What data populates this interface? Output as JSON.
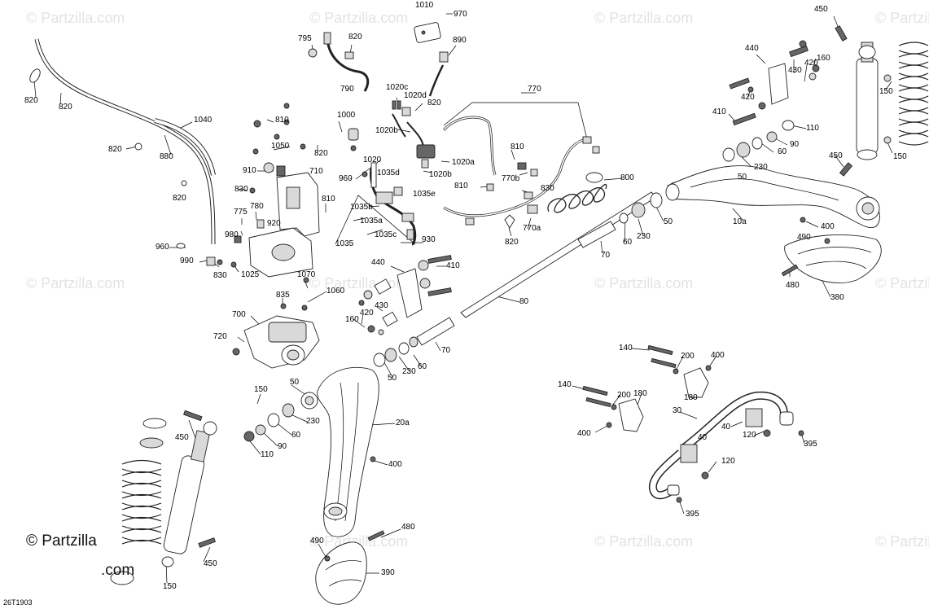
{
  "watermark_text": "© Partzilla.com",
  "copyright": {
    "symbol_text": "© Partzilla",
    "domain_text": ".com"
  },
  "drawing_id": "26T1903",
  "labels": {
    "l1010": "1010",
    "l970": "970",
    "l795": "795",
    "l820a": "820",
    "l890": "890",
    "l790": "790",
    "l1020c": "1020c",
    "l1020d": "1020d",
    "l820b": "820",
    "l770": "770",
    "l820c": "820",
    "l820d": "820",
    "l880": "880",
    "l820e": "820",
    "l1040": "1040",
    "l810a": "810",
    "l1000": "1000",
    "l1050": "1050",
    "l820f": "820",
    "l1020b1": "1020b",
    "l1020a": "1020a",
    "l1020b2": "1020b",
    "l810b": "810",
    "l770b": "770b",
    "l910": "910",
    "l710": "710",
    "l960a": "960",
    "l1020": "1020",
    "l1035d": "1035d",
    "l1035e": "1035e",
    "l810c": "810",
    "l830a": "830",
    "l810d": "810",
    "l780": "780",
    "l775": "775",
    "l920": "920",
    "l1035b": "1035b",
    "l1035a": "1035a",
    "l1035c": "1035c",
    "l980": "980",
    "l960b": "960",
    "l820g": "820",
    "l770a": "770a",
    "l820h": "820",
    "l990": "990",
    "l830b": "830",
    "l1025": "1025",
    "l1035": "1035",
    "l930": "930",
    "l440a": "440",
    "l410a": "410",
    "l800": "800",
    "l450a": "450",
    "l440b": "440",
    "l430a": "430",
    "l420a": "420",
    "l160a": "160",
    "l150a": "150",
    "l420b": "420",
    "l410b": "410",
    "l110a": "110",
    "l90a": "90",
    "l60a": "60",
    "l450b": "450",
    "l150b": "150",
    "l50a": "50",
    "l230a": "230",
    "l10a": "10a",
    "l400a": "400",
    "l490a": "490",
    "l480a": "480",
    "l380": "380",
    "l50b": "50",
    "l230b": "230",
    "l60b": "60",
    "l70a": "70",
    "l1070": "1070",
    "l835": "835",
    "l1060": "1060",
    "l80": "80",
    "l420c": "420",
    "l430b": "430",
    "l160b": "160",
    "l700": "700",
    "l720": "720",
    "l70b": "70",
    "l60c": "60",
    "l230c": "230",
    "l50c": "50",
    "l140a": "140",
    "l200a": "200",
    "l400b": "400",
    "l180a": "180",
    "l140b": "140",
    "l200b": "200",
    "l180b": "180",
    "l30": "30",
    "l400c": "400",
    "l40a": "40",
    "l120a": "120",
    "l395a": "395",
    "l40b": "40",
    "l120b": "120",
    "l395b": "395",
    "l150c": "150",
    "l50d": "50",
    "l230d": "230",
    "l60d": "60",
    "l90b": "90",
    "l110b": "110",
    "l20a": "20a",
    "l400d": "400",
    "l450c": "450",
    "l480b": "480",
    "l490b": "490",
    "l390": "390",
    "l450d": "450",
    "l150d": "150"
  }
}
